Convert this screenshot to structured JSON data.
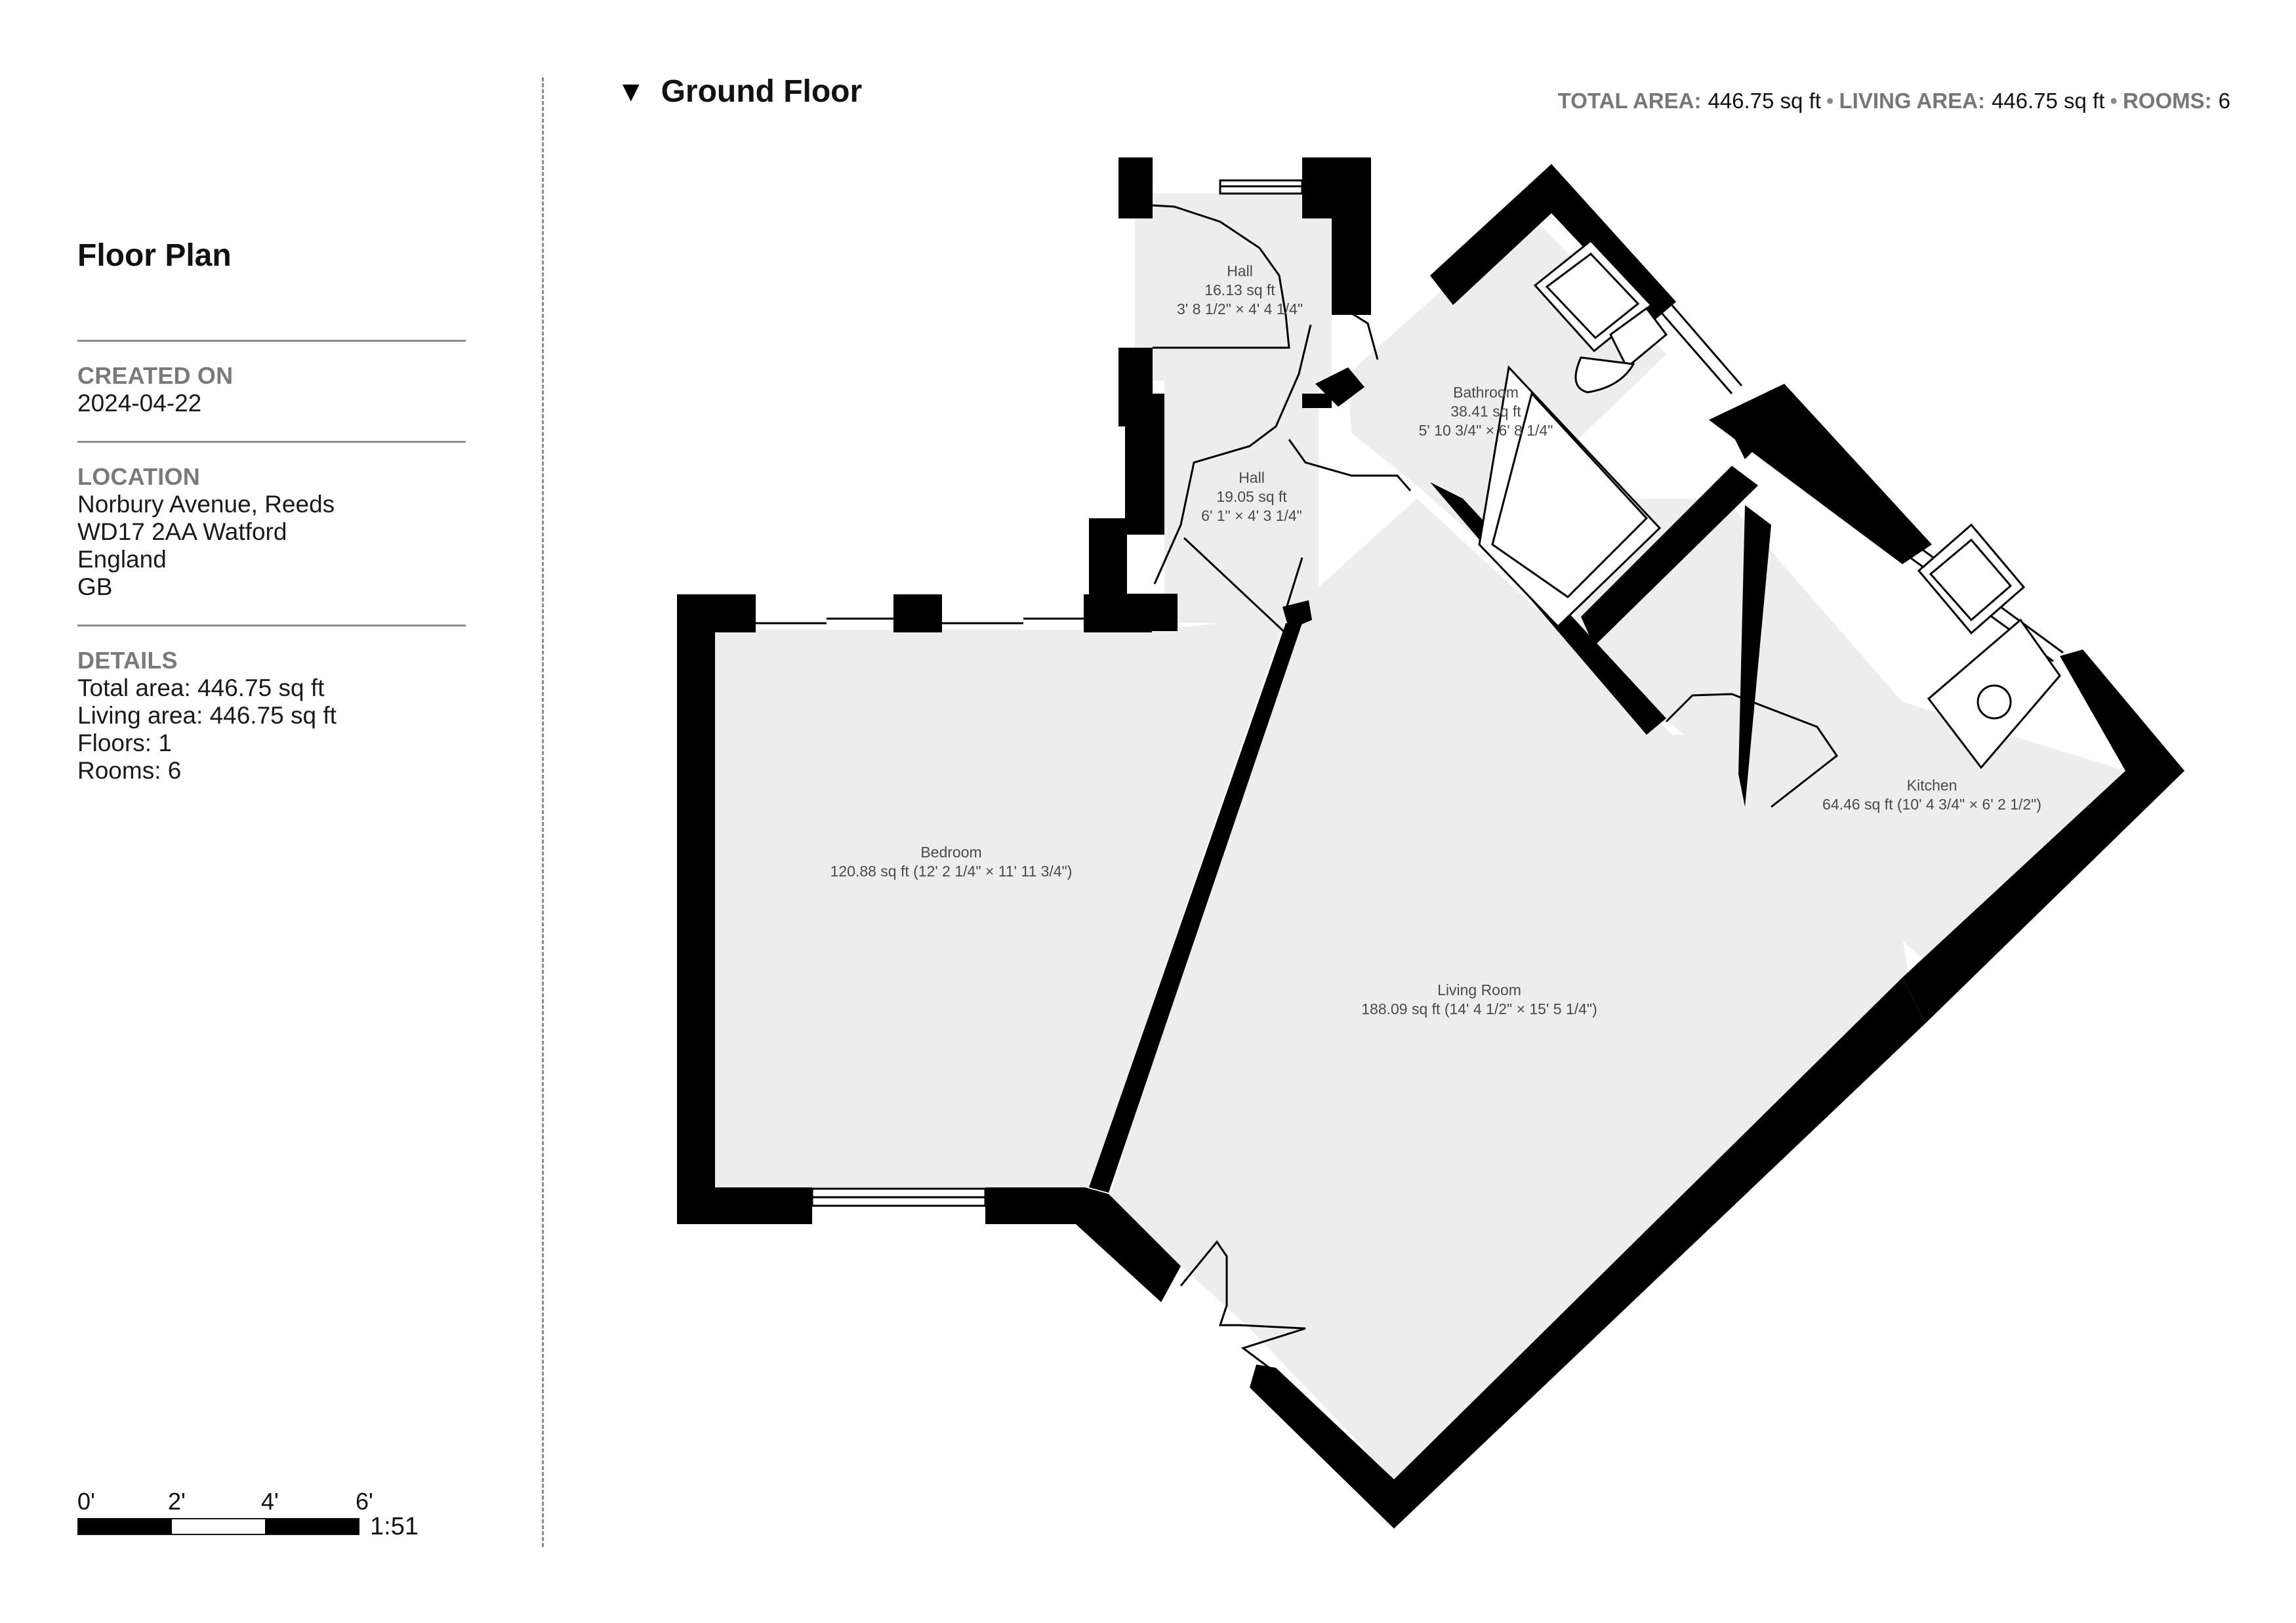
{
  "sidebar": {
    "title": "Floor Plan",
    "sections": [
      {
        "label": "CREATED ON",
        "lines": [
          "2024-04-22"
        ]
      },
      {
        "label": "LOCATION",
        "lines": [
          "Norbury Avenue, Reeds",
          "WD17 2AA Watford",
          "England",
          "GB"
        ]
      },
      {
        "label": "DETAILS",
        "lines": [
          "Total area: 446.75 sq ft",
          "Living area: 446.75 sq ft",
          "Floors: 1",
          "Rooms: 6"
        ]
      }
    ]
  },
  "floor": {
    "caret_icon": "▼",
    "name": "Ground Floor"
  },
  "summary": {
    "total_area_label": "TOTAL AREA:",
    "total_area_value": "446.75 sq ft",
    "separator": "•",
    "living_area_label": "LIVING AREA:",
    "living_area_value": "446.75 sq ft",
    "rooms_label": "ROOMS:",
    "rooms_value": "6"
  },
  "rooms": [
    {
      "name": "Hall",
      "area": "16.13 sq ft",
      "dims": "3' 8 1/2\" × 4' 4 1/4\""
    },
    {
      "name": "Hall",
      "area": "19.05 sq ft",
      "dims": "6' 1\" × 4' 3 1/4\""
    },
    {
      "name": "Bathroom",
      "area": "38.41 sq ft",
      "dims": "5' 10 3/4\" × 6' 8 1/4\""
    },
    {
      "name": "Bedroom",
      "detail": "120.88 sq ft (12' 2 1/4\" × 11' 11 3/4\")"
    },
    {
      "name": "Living Room",
      "detail": "188.09 sq ft (14' 4 1/2\" × 15' 5 1/4\")"
    },
    {
      "name": "Kitchen",
      "detail": "64.46 sq ft (10' 4 3/4\" × 6' 2 1/2\")"
    }
  ],
  "scale": {
    "ticks": [
      "0'",
      "2'",
      "4'",
      "6'"
    ],
    "ratio": "1:51"
  },
  "colors": {
    "wall": "#000000",
    "floor_fill": "#ededed",
    "fixture_fill": "#ffffff",
    "label_text": "#4a4a4a",
    "section_label": "#7a7a7a"
  }
}
